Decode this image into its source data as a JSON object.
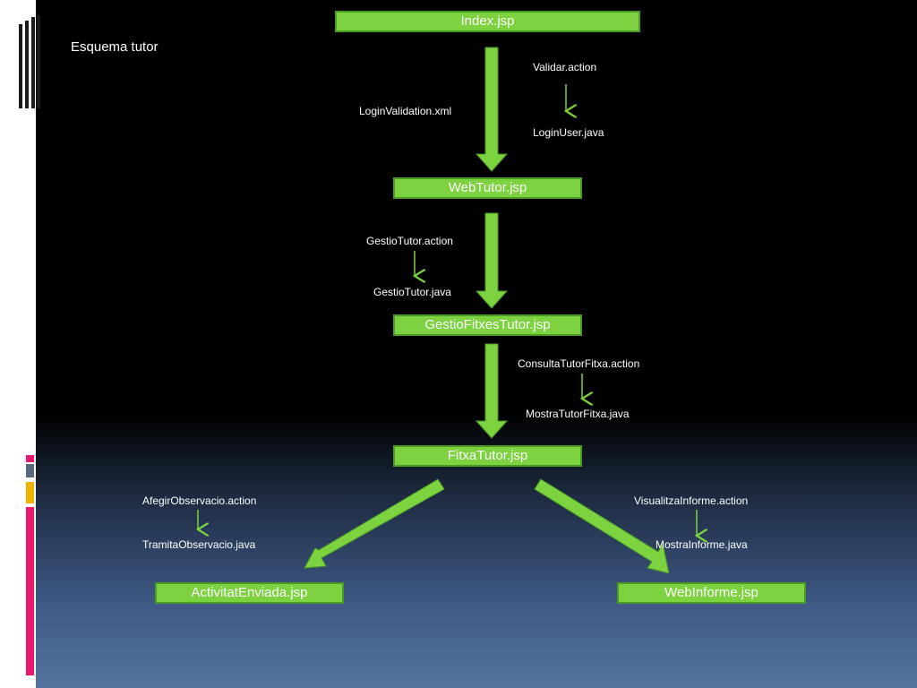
{
  "slide": {
    "title": "Esquema tutor"
  },
  "colors": {
    "node_fill": "#7dd23f",
    "node_border": "#4a9a26",
    "arrow": "#7dd23f",
    "text": "#ffffff",
    "accent_pink": "#e8186f",
    "accent_gold": "#f0b400",
    "accent_slate": "#5a6a7c"
  },
  "nodes": {
    "index": "Index.jsp",
    "webtutor": "WebTutor.jsp",
    "gestio_fitxes": "GestioFitxesTutor.jsp",
    "fitxa_tutor": "FitxaTutor.jsp",
    "activitat_enviada": "ActivitatEnviada.jsp",
    "web_informe": "WebInforme.jsp"
  },
  "labels": {
    "validar_action": "Validar.action",
    "login_user": "LoginUser.java",
    "login_validation": "LoginValidation.xml",
    "gestio_tutor_action": "GestioTutor.action",
    "gestio_tutor_java": "GestioTutor.java",
    "consulta_action": "ConsultaTutorFitxa.action",
    "mostra_tutor_java": "MostraTutorFitxa.java",
    "afegir_action": "AfegirObservacio.action",
    "tramita_java": "TramitaObservacio.java",
    "visualitza_action": "VisualitzaInforme.action",
    "mostra_informe_java": "MostraInforme.java"
  }
}
